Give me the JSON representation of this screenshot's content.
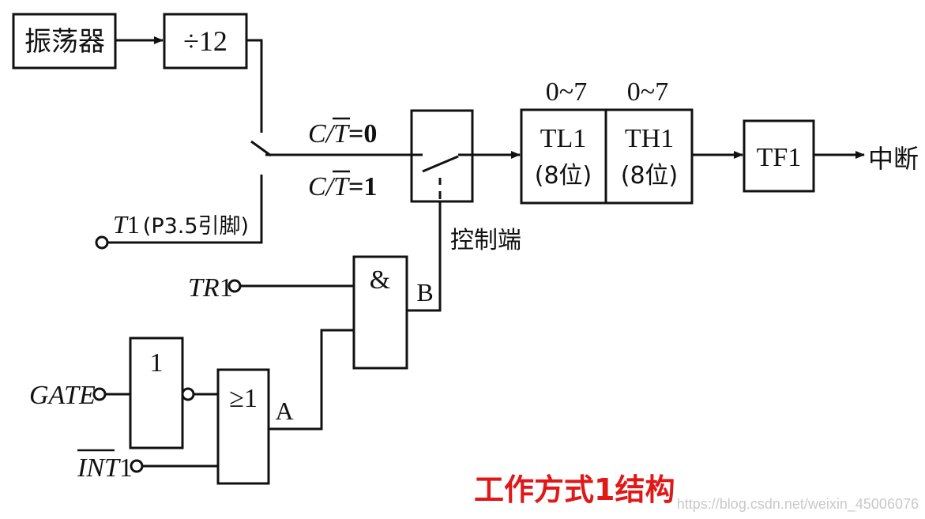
{
  "blocks": {
    "oscillator": "振荡器",
    "divider": "÷12",
    "tl1": {
      "name": "TL1",
      "bits": "(8位)",
      "range": "0~7"
    },
    "th1": {
      "name": "TH1",
      "bits": "(8位)",
      "range": "0~7"
    },
    "tf1": "TF1",
    "interrupt": "中断",
    "and_gate": "&",
    "or_gate": "≥1",
    "not_gate": "1"
  },
  "labels": {
    "ct0_prefix": "C/",
    "ct0_bar": "T",
    "ct0_value": "=0",
    "ct1_prefix": "C/",
    "ct1_bar": "T",
    "ct1_value": "=1",
    "t1_pin_name": "T",
    "t1_pin_num": "1",
    "t1_pin_desc": "(P3.5引脚)",
    "control_end": "控制端",
    "tr1_name": "TR",
    "tr1_num": "1",
    "gate": "GATE",
    "int1_name": "INT",
    "int1_num": "1",
    "node_a": "A",
    "node_b": "B"
  },
  "title": "工作方式1结构",
  "watermark": "https://blog.csdn.net/weixin_45006076",
  "colors": {
    "line": "#111111",
    "title": "#e01818",
    "watermark": "#c9c9c9"
  }
}
